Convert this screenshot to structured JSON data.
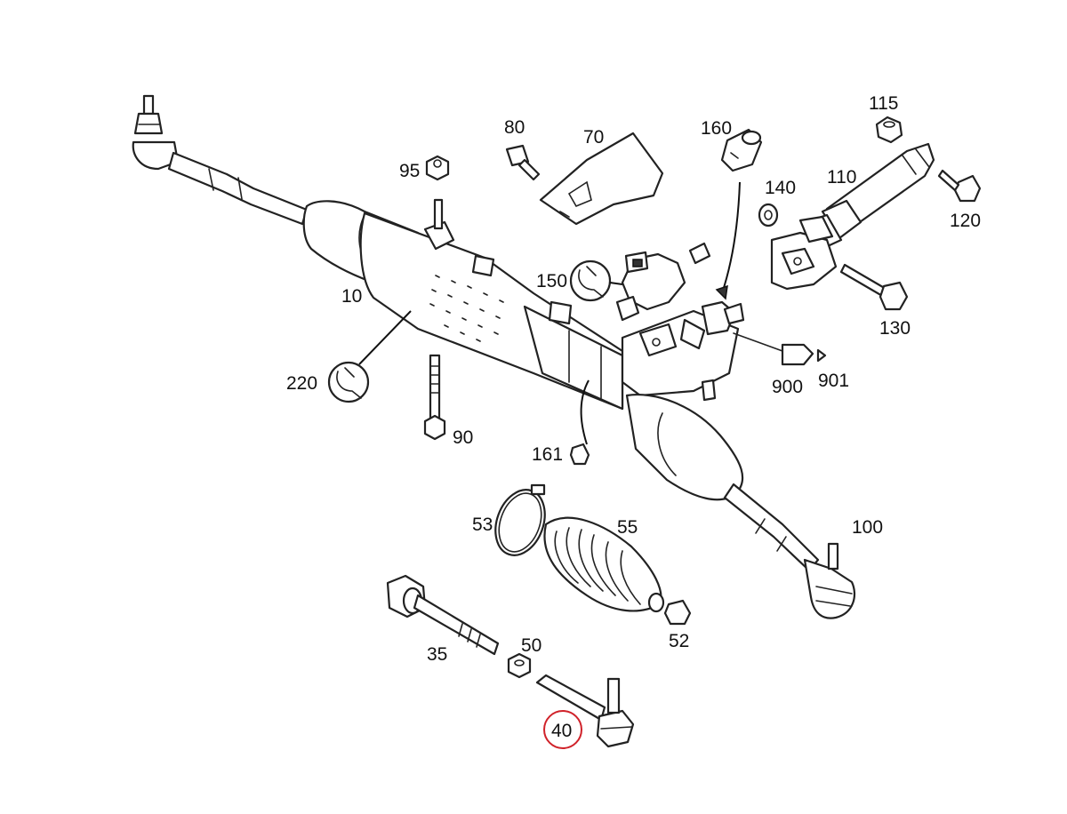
{
  "labels": {
    "p10": "10",
    "p35": "35",
    "p40": "40",
    "p50": "50",
    "p52": "52",
    "p53": "53",
    "p55": "55",
    "p70": "70",
    "p80": "80",
    "p90": "90",
    "p95": "95",
    "p100": "100",
    "p110": "110",
    "p115": "115",
    "p120": "120",
    "p130": "130",
    "p140": "140",
    "p150": "150",
    "p160": "160",
    "p161": "161",
    "p220": "220",
    "p900": "900",
    "p901": "901"
  },
  "highlighted_part": "40",
  "colors": {
    "highlight": "#d0222a",
    "line": "#222222"
  },
  "icons": {
    "torque_symbol": "wrench-icon"
  }
}
